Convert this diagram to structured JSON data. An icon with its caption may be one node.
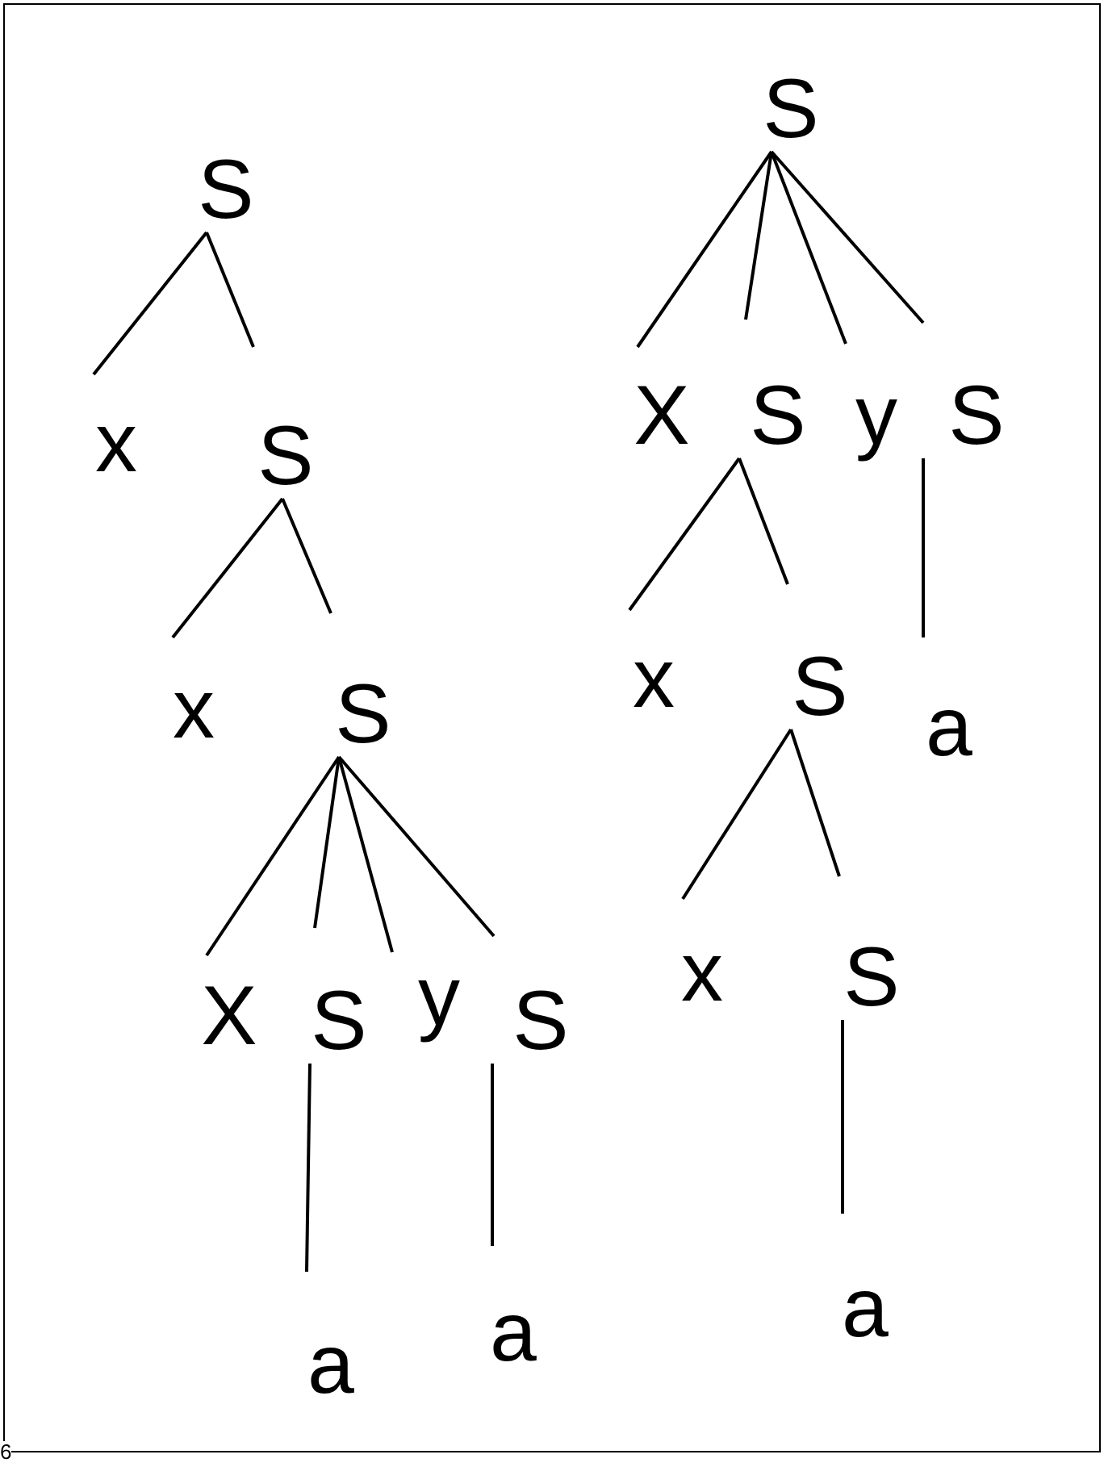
{
  "diagram": {
    "nodes": [
      {
        "text": [
          "S"
        ]
      },
      {
        "text": [
          "x"
        ]
      },
      {
        "text": [
          "S"
        ]
      },
      {
        "text": [
          "x"
        ]
      },
      {
        "text": [
          "S"
        ]
      },
      {
        "text": [
          "X"
        ]
      },
      {
        "text": [
          "S"
        ]
      },
      {
        "text": [
          "y"
        ]
      },
      {
        "text": [
          "S"
        ]
      },
      {
        "text": [
          "a"
        ]
      },
      {
        "text": [
          "a"
        ]
      },
      {
        "text": [
          "S"
        ]
      },
      {
        "text": [
          "X"
        ]
      },
      {
        "text": [
          "S"
        ]
      },
      {
        "text": [
          "y"
        ]
      },
      {
        "text": [
          "S"
        ]
      },
      {
        "text": [
          "x"
        ]
      },
      {
        "text": [
          "S"
        ]
      },
      {
        "text": [
          "a"
        ]
      },
      {
        "text": [
          "x"
        ]
      },
      {
        "text": [
          "S"
        ]
      },
      {
        "text": [
          "a"
        ]
      }
    ],
    "edges": [
      {
        "from": 0,
        "to": 1,
        "arrow": "none"
      },
      {
        "from": 0,
        "to": 2,
        "arrow": "none"
      },
      {
        "from": 2,
        "to": 3,
        "arrow": "none"
      },
      {
        "from": 2,
        "to": 4,
        "arrow": "none"
      },
      {
        "from": 4,
        "to": 5,
        "arrow": "none"
      },
      {
        "from": 4,
        "to": 6,
        "arrow": "none"
      },
      {
        "from": 4,
        "to": 7,
        "arrow": "none"
      },
      {
        "from": 4,
        "to": 8,
        "arrow": "none"
      },
      {
        "from": 6,
        "to": 9,
        "arrow": "none"
      },
      {
        "from": 8,
        "to": 10,
        "arrow": "none"
      },
      {
        "from": 11,
        "to": 12,
        "arrow": "none"
      },
      {
        "from": 11,
        "to": 13,
        "arrow": "none"
      },
      {
        "from": 11,
        "to": 14,
        "arrow": "none"
      },
      {
        "from": 11,
        "to": 15,
        "arrow": "none"
      },
      {
        "from": 13,
        "to": 16,
        "arrow": "none"
      },
      {
        "from": 13,
        "to": 17,
        "arrow": "none"
      },
      {
        "from": 15,
        "to": 18,
        "arrow": "none"
      },
      {
        "from": 17,
        "to": 19,
        "arrow": "none"
      },
      {
        "from": 17,
        "to": 20,
        "arrow": "none"
      },
      {
        "from": 20,
        "to": 21,
        "arrow": "none"
      }
    ],
    "labels": [
      "6"
    ]
  }
}
